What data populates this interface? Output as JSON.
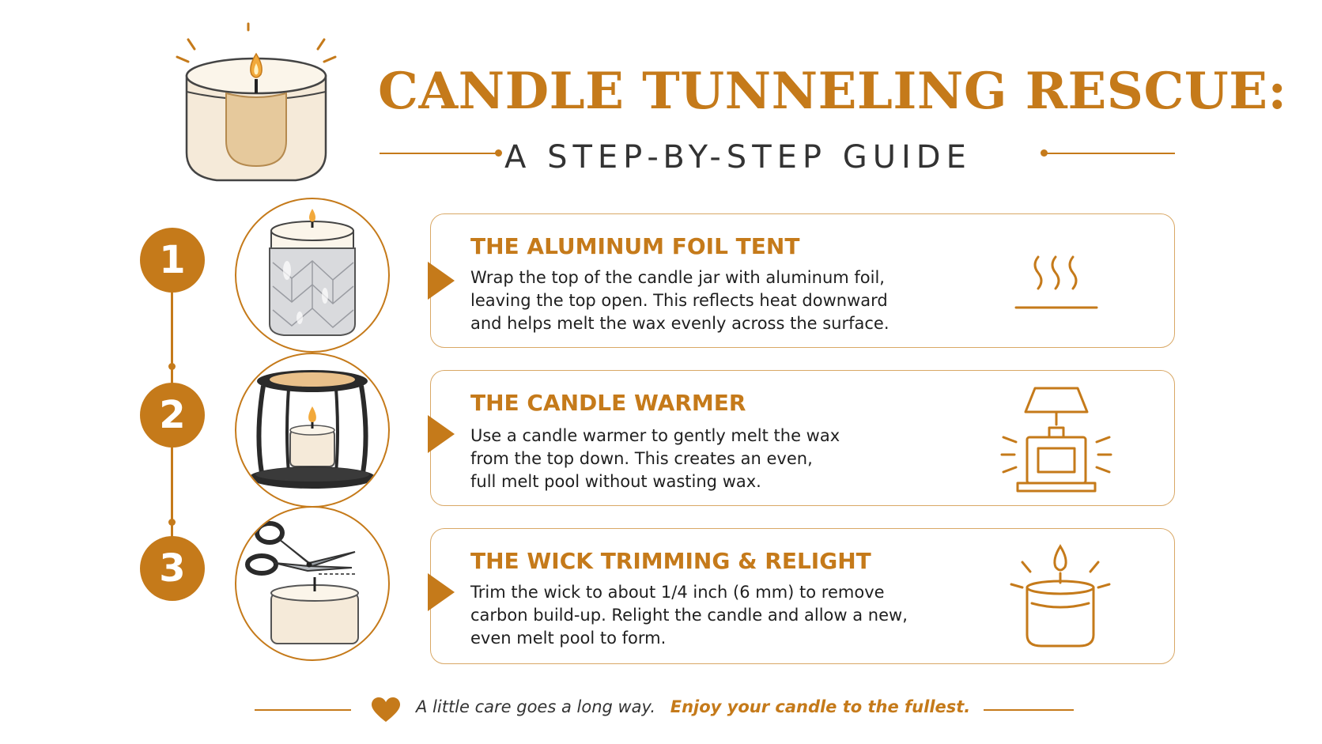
{
  "header": {
    "title": "CANDLE TUNNELING RESCUE:",
    "subtitle": "A STEP-BY-STEP GUIDE",
    "icon": "candle-jar-illustration"
  },
  "steps": [
    {
      "number": "1",
      "title": "THE ALUMINUM FOIL TENT",
      "lines": [
        "Wrap the top of the candle jar with aluminum foil,",
        "leaving the top open. This reflects heat downward",
        "and helps melt the wax evenly across the surface."
      ],
      "illustration": "foil-wrapped-jar",
      "icon": "heat-waves-icon"
    },
    {
      "number": "2",
      "title": "THE CANDLE WARMER",
      "lines": [
        "Use a candle warmer to gently melt the wax",
        "from the top down. This creates an even,",
        "full melt pool without wasting wax."
      ],
      "illustration": "candle-warmer-stand",
      "icon": "warmer-lamp-icon"
    },
    {
      "number": "3",
      "title": "THE WICK TRIMMING & RELIGHT",
      "lines": [
        "Trim the wick to about 1/4 inch (6 mm) to remove",
        "carbon build-up. Relight the candle and allow a new,",
        "even melt pool to form."
      ],
      "illustration": "scissors-trimming-wick",
      "icon": "lit-candle-icon"
    }
  ],
  "footer": {
    "text": "A little care goes a long way.",
    "accent": "Enjoy your candle to the fullest.",
    "icon": "heart-icon"
  },
  "colors": {
    "accent": "#c57a1a",
    "text": "#1f1f1f",
    "card_border": "#d9a866",
    "wax": "#f6ecdd"
  }
}
